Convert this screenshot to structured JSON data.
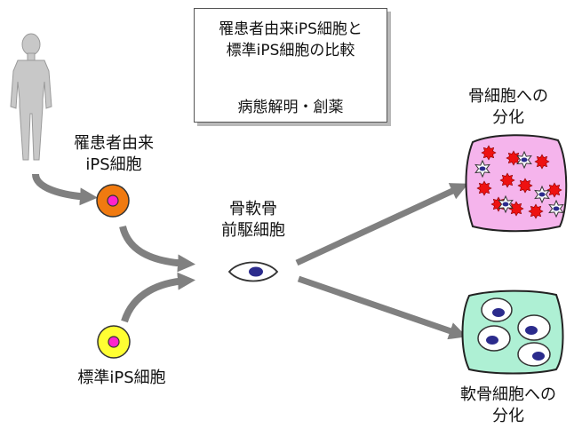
{
  "header_box": {
    "title_line1": "罹患者由来iPS細胞と",
    "title_line2": "標準iPS細胞の比較",
    "goal": "病態解明・創薬"
  },
  "labels": {
    "patient_ips_line1": "罹患者由来",
    "patient_ips_line2": "iPS細胞",
    "standard_ips": "標準iPS細胞",
    "progenitor_line1": "骨軟骨",
    "progenitor_line2": "前駆細胞",
    "osteocyte_line1": "骨細胞への",
    "osteocyte_line2": "分化",
    "chondrocyte_line1": "軟骨細胞への",
    "chondrocyte_line2": "分化"
  },
  "colors": {
    "arrow": "#808080",
    "patient_cell": "#f07a10",
    "standard_cell": "#ffff33",
    "cell_nucleus": "#ff22cc",
    "bone_tissue": "#f5b4ec",
    "bone_red_cell": "#ee1111",
    "cartilage_tissue": "#aef0d4",
    "nucleus_dark": "#2b2b8c",
    "human_figure": "#c8c8c8"
  }
}
